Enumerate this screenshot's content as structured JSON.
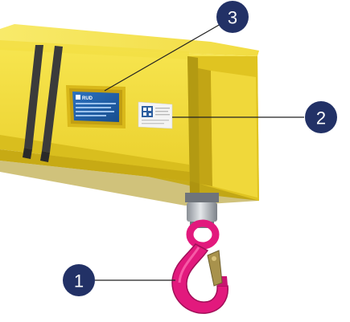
{
  "colors": {
    "beam_light": "#f6e24a",
    "beam_mid": "#ecd22c",
    "beam_dark": "#c9ad14",
    "beam_shadow": "#b29810",
    "stripe": "#3b3b3b",
    "plate_frame": "#d9b81a",
    "plate_blue": "#1f5fa8",
    "hook_magenta": "#e2197d",
    "hook_dark": "#a10f58",
    "callout_fill": "#223166",
    "leader": "#222222"
  },
  "icons": {
    "id_plate": "rud-identification-plate",
    "qr_label": "qr-code-label",
    "hook": "swivel-load-hook"
  },
  "plate": {
    "brand": "RUD"
  },
  "callouts": [
    {
      "label": "1",
      "target": "hook"
    },
    {
      "label": "2",
      "target": "qr-label"
    },
    {
      "label": "3",
      "target": "id-plate"
    }
  ]
}
